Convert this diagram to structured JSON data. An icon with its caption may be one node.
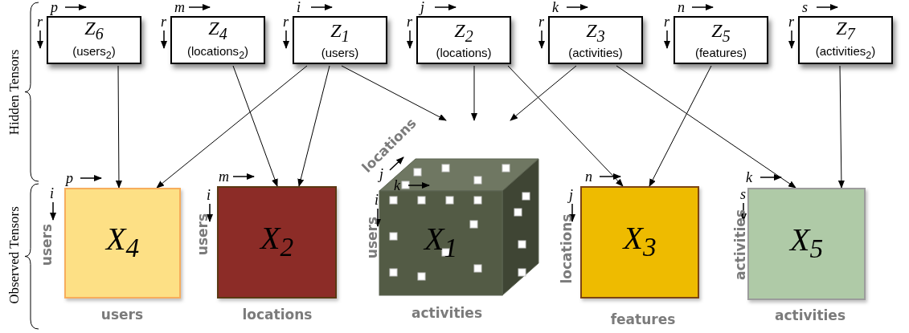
{
  "diagram": {
    "nodes": [
      {
        "text": [
          "Z$_{6}$",
          "(users$_{2}$)"
        ],
        "beside": [
          "p",
          "r"
        ]
      },
      {
        "text": [
          "Z$_{4}$",
          "(locations$_{2}$)"
        ],
        "beside": [
          "m",
          "r"
        ]
      },
      {
        "text": [
          "Z$_{1}$",
          "(users)"
        ],
        "beside": [
          "i",
          "r"
        ]
      },
      {
        "text": [
          "Z$_{2}$",
          "(locations)"
        ],
        "beside": [
          "j",
          "r"
        ]
      },
      {
        "text": [
          "Z$_{3}$",
          "(activities)"
        ],
        "beside": [
          "k",
          "r"
        ]
      },
      {
        "text": [
          "Z$_{5}$",
          "(features)"
        ],
        "beside": [
          "n",
          "r"
        ]
      },
      {
        "text": [
          "Z$_{7}$",
          "(activities$_{2}$)"
        ],
        "beside": [
          "s",
          "r"
        ]
      },
      {
        "text": [
          "X$_{4}$"
        ],
        "beside": [
          "p",
          "i",
          "users",
          "users"
        ]
      },
      {
        "text": [
          "X$_{2}$"
        ],
        "beside": [
          "m",
          "i",
          "users",
          "locations"
        ]
      },
      {
        "text": [
          "X$_{1}$"
        ],
        "beside": [
          "j",
          "k",
          "i",
          "locations",
          "users",
          "activities"
        ]
      },
      {
        "text": [
          "X$_{3}$"
        ],
        "beside": [
          "n",
          "j",
          "locations",
          "features"
        ]
      },
      {
        "text": [
          "X$_{5}$"
        ],
        "beside": [
          "k",
          "s",
          "activities",
          "activities"
        ]
      }
    ],
    "edges": [
      {
        "from": 0,
        "to": 7,
        "arrow": "to"
      },
      {
        "from": 1,
        "to": 8,
        "arrow": "to"
      },
      {
        "from": 2,
        "to": 7,
        "arrow": "to"
      },
      {
        "from": 2,
        "to": 8,
        "arrow": "to"
      },
      {
        "from": 2,
        "to": 9,
        "arrow": "to"
      },
      {
        "from": 3,
        "to": 9,
        "arrow": "to"
      },
      {
        "from": 3,
        "to": 10,
        "arrow": "to"
      },
      {
        "from": 4,
        "to": 9,
        "arrow": "to"
      },
      {
        "from": 4,
        "to": 11,
        "arrow": "to"
      },
      {
        "from": 5,
        "to": 10,
        "arrow": "to"
      },
      {
        "from": 6,
        "to": 11,
        "arrow": "to"
      }
    ],
    "labels": [
      "Hidden Tensors",
      "Observed Tensors"
    ]
  }
}
